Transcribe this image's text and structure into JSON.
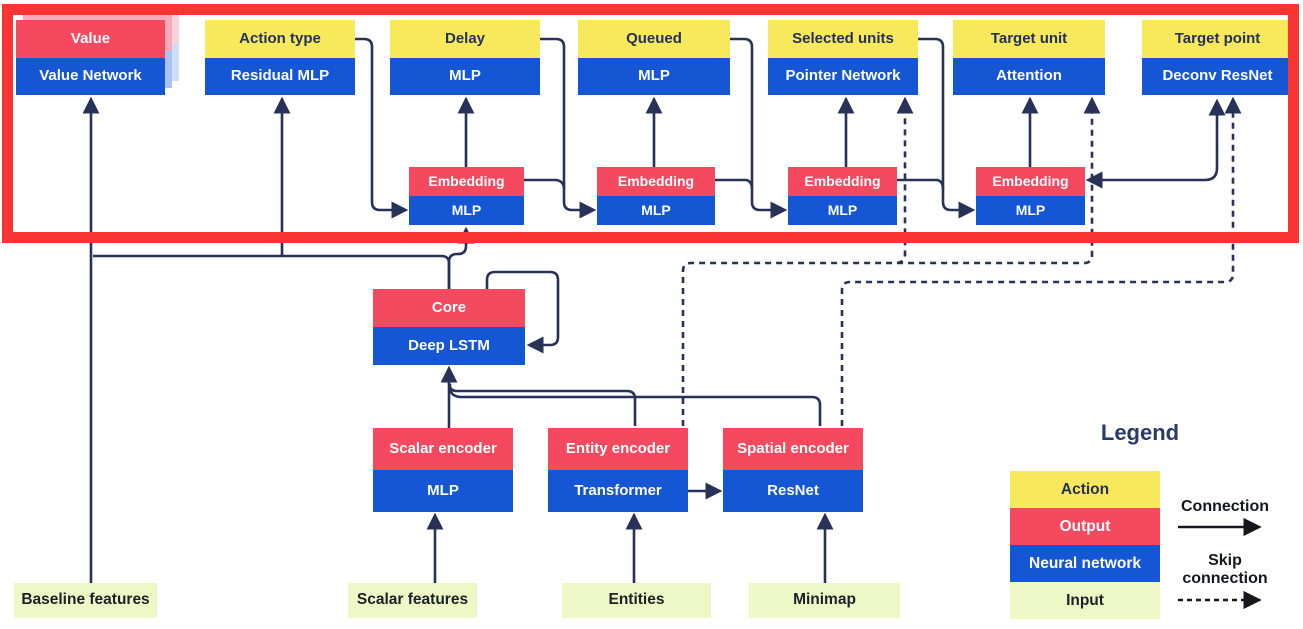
{
  "diagram": {
    "heads": [
      {
        "label": "Value",
        "network": "Value Network",
        "kind": "output"
      },
      {
        "label": "Action type",
        "network": "Residual MLP",
        "kind": "action"
      },
      {
        "label": "Delay",
        "network": "MLP",
        "kind": "action"
      },
      {
        "label": "Queued",
        "network": "MLP",
        "kind": "action"
      },
      {
        "label": "Selected units",
        "network": "Pointer Network",
        "kind": "action"
      },
      {
        "label": "Target unit",
        "network": "Attention",
        "kind": "action"
      },
      {
        "label": "Target point",
        "network": "Deconv ResNet",
        "kind": "action"
      }
    ],
    "embeddings": [
      {
        "label": "Embedding",
        "network": "MLP"
      },
      {
        "label": "Embedding",
        "network": "MLP"
      },
      {
        "label": "Embedding",
        "network": "MLP"
      },
      {
        "label": "Embedding",
        "network": "MLP"
      }
    ],
    "core": {
      "label": "Core",
      "network": "Deep LSTM"
    },
    "encoders": [
      {
        "label": "Scalar encoder",
        "network": "MLP"
      },
      {
        "label": "Entity encoder",
        "network": "Transformer"
      },
      {
        "label": "Spatial encoder",
        "network": "ResNet"
      }
    ],
    "inputs": [
      {
        "label": "Baseline features"
      },
      {
        "label": "Scalar features"
      },
      {
        "label": "Entities"
      },
      {
        "label": "Minimap"
      }
    ],
    "legend": {
      "title": "Legend",
      "items": [
        {
          "label": "Action",
          "color": "#f8e85c"
        },
        {
          "label": "Output",
          "color": "#f5495f"
        },
        {
          "label": "Neural network",
          "color": "#1556d4"
        },
        {
          "label": "Input",
          "color": "#eef7c6"
        }
      ],
      "connection_label": "Connection",
      "skip_connection_label": "Skip connection"
    },
    "colors": {
      "action_yellow": "#f8e85c",
      "output_pink": "#f5495f",
      "network_blue": "#1556d4",
      "input_green": "#eef7c6",
      "wire_navy": "#283157",
      "highlight_red": "#f93434"
    }
  }
}
